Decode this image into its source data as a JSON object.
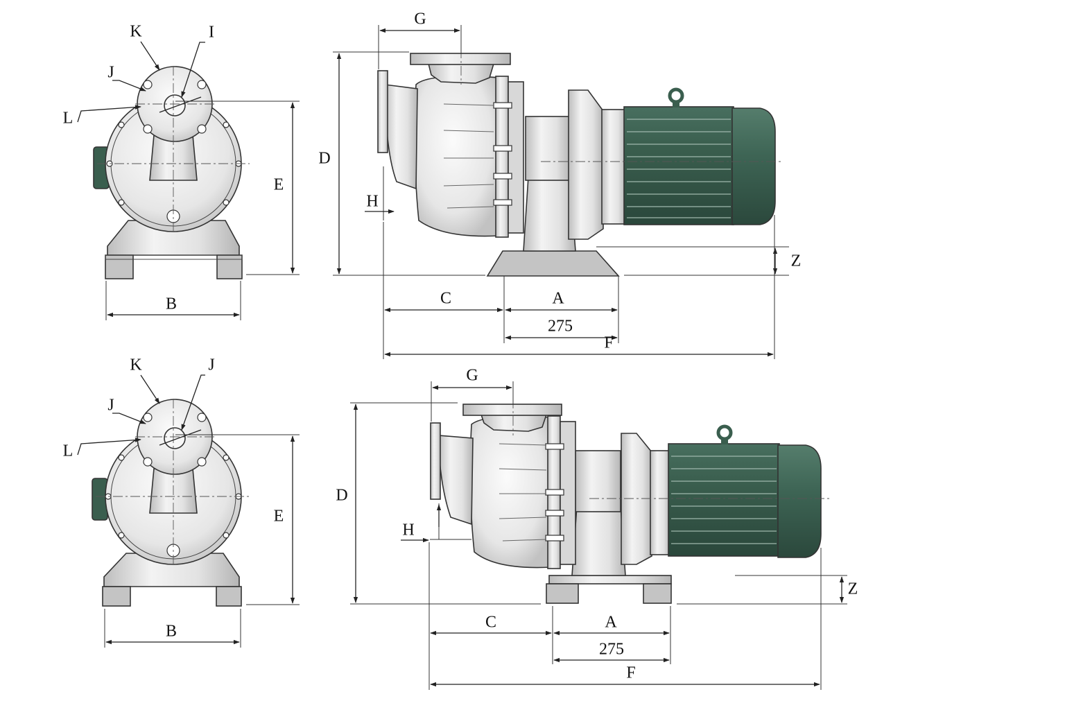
{
  "colors": {
    "motor": "#3a5e4e",
    "motor_dark": "#2c4a3d",
    "motor_cap": "#3e6555",
    "metal": "#e4e4e4",
    "metal_light": "#f2f2f2",
    "metal_shadow": "#b9b9b9",
    "base": "#c4c4c4",
    "line": "#222222"
  },
  "views": [
    {
      "front_labels": {
        "K": "K",
        "top_right": "I",
        "J": "J",
        "L": "L",
        "E": "E",
        "B": "B"
      },
      "side_labels": {
        "G": "G",
        "D": "D",
        "H": "H",
        "C": "C",
        "A": "A",
        "dim_value": "275",
        "F": "F",
        "Z": "Z"
      }
    },
    {
      "front_labels": {
        "K": "K",
        "top_right": "J",
        "J": "J",
        "L": "L",
        "E": "E",
        "B": "B"
      },
      "side_labels": {
        "G": "G",
        "D": "D",
        "H": "H",
        "C": "C",
        "A": "A",
        "dim_value": "275",
        "F": "F",
        "Z": "Z"
      }
    }
  ]
}
